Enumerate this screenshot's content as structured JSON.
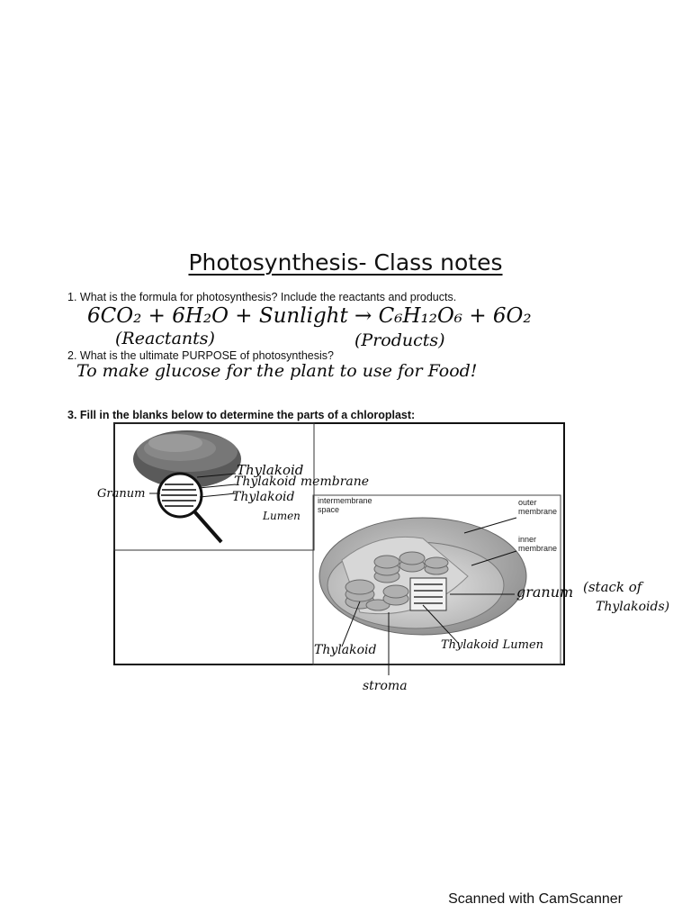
{
  "title": "Photosynthesis- Class notes",
  "questions": {
    "q1": "1.  What is the formula for photosynthesis? Include the reactants and products.",
    "q2": "2.  What is the ultimate PURPOSE of photosynthesis?",
    "q3": "3.  Fill in the blanks below to determine the parts of a chloroplast:"
  },
  "answers": {
    "formula": "6CO₂ + 6H₂O + Sunlight → C₆H₁₂O₆ + 6O₂",
    "reactants": "(Reactants)",
    "products": "(Products)",
    "purpose": "To make glucose for the plant to use for Food!"
  },
  "diagram": {
    "printed": {
      "intermembrane_1": "intermembrane",
      "intermembrane_2": "space",
      "outer_1": "outer",
      "outer_2": "membrane",
      "inner_1": "inner",
      "inner_2": "membrane"
    },
    "handwritten": {
      "thylakoid": "Thylakoid",
      "thylakoid_membrane": "Thylakoid membrane",
      "thylakoid_lumen_1": "Thylakoid",
      "thylakoid_lumen_2": "Lumen",
      "granum_left": "Granum",
      "granum_right": "granum",
      "stack_1": "(stack of",
      "stack_2": "Thylakoids)",
      "thylakoid_bottom": "Thylakoid",
      "thylakoid_lumen_bottom": "Thylakoid Lumen",
      "stroma": "stroma"
    }
  },
  "footer": "Scanned with CamScanner"
}
